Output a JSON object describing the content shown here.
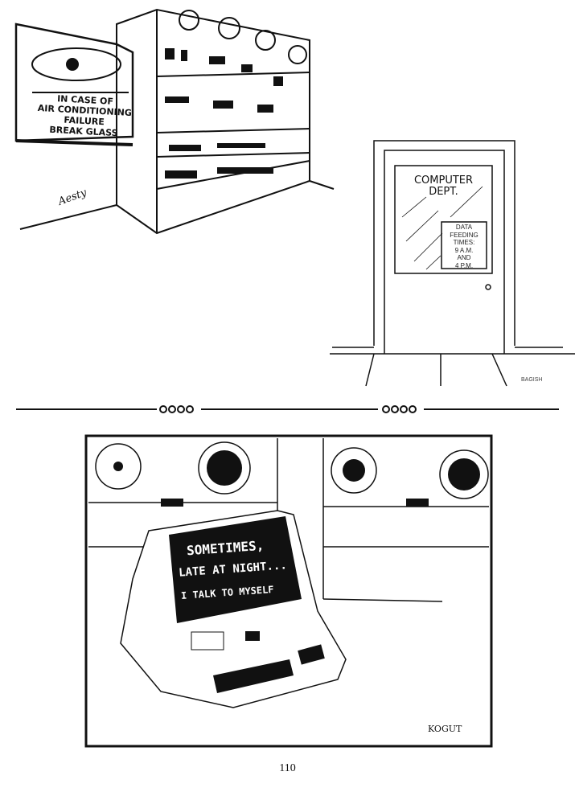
{
  "cartoon_1": {
    "case_label": [
      "IN CASE OF",
      "AIR CONDITIONING",
      "FAILURE",
      "BREAK GLASS"
    ],
    "signature": "Aesty"
  },
  "cartoon_2": {
    "door_sign": [
      "COMPUTER",
      "DEPT."
    ],
    "notice": [
      "DATA",
      "FEEDING",
      "TIMES:",
      "9 A.M.",
      "AND",
      "4 P.M."
    ],
    "signature": "BAGISH"
  },
  "cartoon_3": {
    "screen_text": [
      "SOMETIMES,",
      "LATE AT NIGHT...",
      "I TALK TO MYSELF"
    ],
    "signature": "KOGUT"
  },
  "page_number": "110"
}
